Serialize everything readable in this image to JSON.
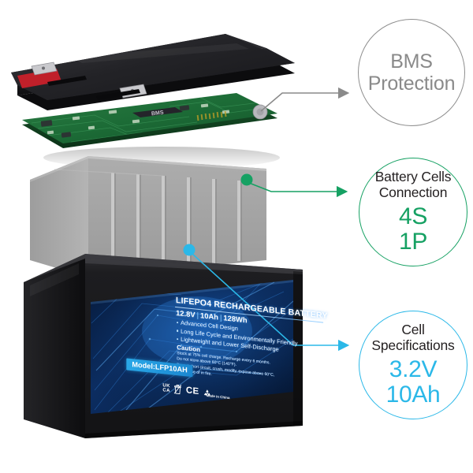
{
  "page": {
    "type": "product-infographic",
    "subject": "LiFePO4 12.8V 10Ah rechargeable battery exploded view",
    "background_color": "#FFFFFF"
  },
  "colors": {
    "gray": "#8A8A8A",
    "green": "#16A163",
    "cyan": "#2BB8E8",
    "case_black": "#1C1C1E",
    "cell_gray": "#A6A6A6",
    "pcb_green": "#1E6B35",
    "terminal_red": "#C8202A",
    "label_blue": "#0B2A5B"
  },
  "callouts": [
    {
      "id": "bms-protection",
      "title": "BMS\nProtection",
      "title_line1": "BMS",
      "title_line2": "Protection",
      "value": "",
      "accent": "#8A8A8A",
      "points_to": "bms-circuit-board"
    },
    {
      "id": "battery-cells-connection",
      "title_line1": "Battery Cells",
      "title_line2": "Connection",
      "value_line1": "4S",
      "value_line2": "1P",
      "accent": "#16A163",
      "points_to": "cell-pack"
    },
    {
      "id": "cell-specifications",
      "title_line1": "Cell",
      "title_line2": "Specifications",
      "value_line1": "3.2V",
      "value_line2": "10Ah",
      "accent": "#2BB8E8",
      "points_to": "battery-case"
    }
  ],
  "battery_label": {
    "title": "LIFEPO4 RECHARGEABLE BATTERY",
    "spec_voltage": "12.8V",
    "spec_capacity": "10Ah",
    "spec_energy": "128Wh",
    "separator": "|",
    "features": [
      "Advanced Cell Design",
      "Long Life Cycle and Environmentally Friendly",
      "Lightweight and Lower Self-Discharge"
    ],
    "caution_heading": "Caution",
    "caution_lines": [
      "Stock at 75% cell charge. Recharge every 6 months.",
      "Do not store above 60°C (140°F).",
      "Do not short circuit, crush, modify, expose above 60°C,",
      "or dispose of in fire."
    ],
    "model": "Model:LFP10AH",
    "certifications": {
      "ukca_line1": "UK",
      "ukca_line2": "CA",
      "weee": "crossed-out-wheelie-bin",
      "ce": "CE",
      "recycle": "recycling-symbol",
      "origin": "Made in China"
    }
  },
  "parts": [
    {
      "id": "top-cover",
      "name": "Top cover with terminals",
      "color": "#232326"
    },
    {
      "id": "bms-circuit-board",
      "name": "BMS circuit board",
      "chip_label": "BMS",
      "color": "#1E6B35"
    },
    {
      "id": "cell-pack",
      "name": "Battery cell pack (4S1P)",
      "color": "#A6A6A6"
    },
    {
      "id": "battery-case",
      "name": "Battery case with product label",
      "color": "#1C1C1E"
    }
  ]
}
